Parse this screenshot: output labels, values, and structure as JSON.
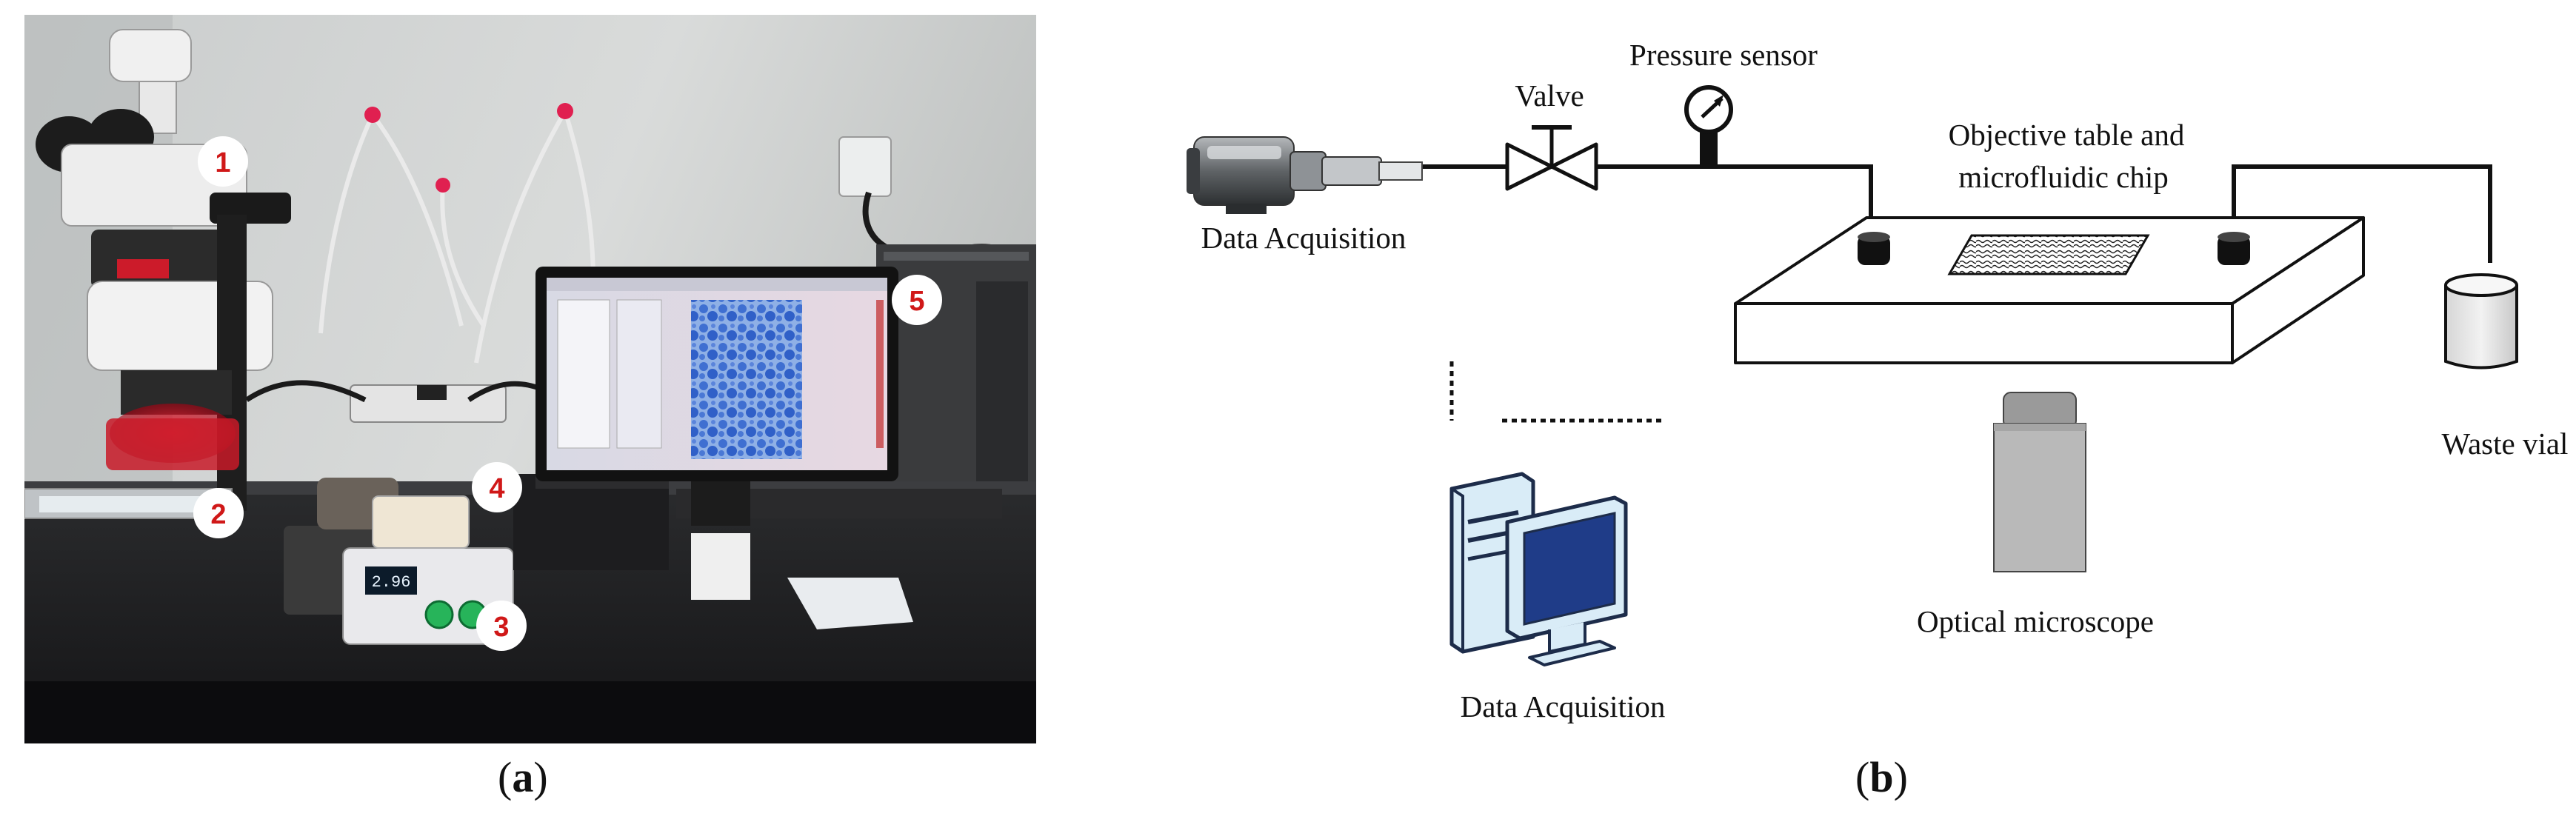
{
  "panel_a": {
    "caption_open": "(",
    "caption_letter": "a",
    "caption_close": ")",
    "callouts": [
      "1",
      "2",
      "3",
      "4",
      "5"
    ],
    "controller_display": "2.96"
  },
  "panel_b": {
    "caption_open": "(",
    "caption_letter": "b",
    "caption_close": ")",
    "labels": {
      "pump": "Data Acquisition",
      "valve": "Valve",
      "pressure_sensor": "Pressure sensor",
      "chip_line1": "Objective table and",
      "chip_line2": "microfluidic chip",
      "waste_vial": "Waste vial",
      "microscope": "Optical microscope",
      "computer": "Data Acquisition"
    }
  },
  "colors": {
    "callout_fill": "#ffffff",
    "callout_text": "#d01818",
    "monitor_screen": "#1f3c88",
    "micro_channel": "#4a7fd6"
  }
}
